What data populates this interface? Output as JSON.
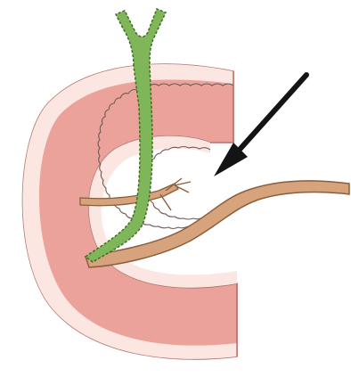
{
  "figure": {
    "kind": "anatomical-illustration",
    "structures": [
      "duodenum-wall",
      "duodenal-lumen-band",
      "common-bile-duct",
      "pancreatic-duct",
      "accessory-pancreatic-duct"
    ],
    "pointer": "arrow-pointing-to-duct-branch"
  },
  "colors": {
    "background": "#ffffff",
    "duodenum_fill": "#eba29a",
    "duodenum_edge": "#b0746d",
    "lumen_band": "#fbe6e1",
    "wavy_line": "#6f5a56",
    "bile_duct_fill": "#7fb65a",
    "bile_duct_edge": "#3f6b25",
    "pancreatic_duct_fill": "#d7a37d",
    "pancreatic_duct_edge": "#8a5e3c",
    "arrow": "#141414"
  }
}
